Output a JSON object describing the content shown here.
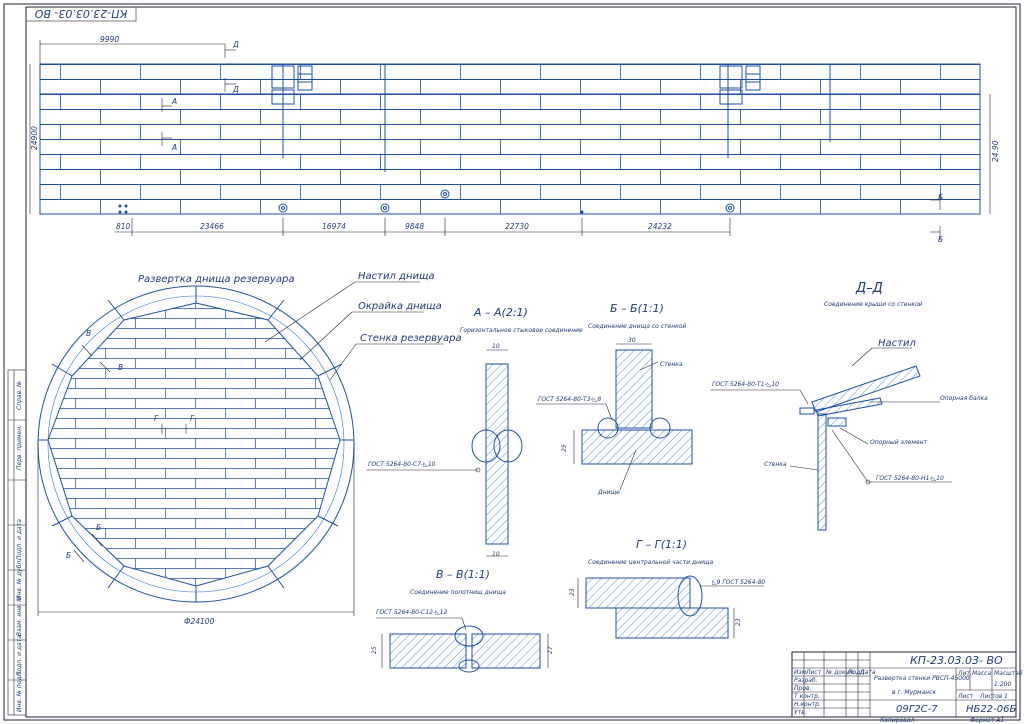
{
  "sheet": {
    "stamp_rotated": "КП-23.03.03- ВО",
    "title_block": {
      "code": "КП-23.03.03- ВО",
      "title": "Развертка стенки РВСП-45000",
      "location": "в г. Мурманск",
      "material": "09Г2С-7",
      "group": "НБ22-06Б",
      "scale": "1:200",
      "labels": [
        "Изм.",
        "Лист",
        "№ докум.",
        "Подп.",
        "Дата",
        "Разраб.",
        "Пров.",
        "Т.контр.",
        "Н.контр.",
        "Утв."
      ],
      "right_labels": [
        "Лит.",
        "Масса",
        "Масштаб",
        "Лист",
        "Листов"
      ],
      "sheets": "1",
      "copied": "Копировал",
      "format": "Формат А1"
    },
    "side_labels": [
      "Подп. и дата",
      "Инв. № дубл.",
      "Взам. инв. №",
      "Подп. и дата",
      "Инв. № подл.",
      "Перв. примен.",
      "Справ. №"
    ]
  },
  "wall": {
    "dims_top": "9990",
    "height_left": "24900",
    "height_right": "24.90",
    "bottom_dims": [
      "810",
      "23466",
      "16974",
      "9848",
      "22730",
      "24232"
    ],
    "markers": [
      "Д",
      "Д",
      "А",
      "А",
      "Б",
      "Б"
    ]
  },
  "bottom_plan": {
    "title": "Развертка днища резервуара",
    "diameter": "Ф24100",
    "callouts": [
      "Настил днища",
      "Окрайка днища",
      "Стенка резервуара"
    ],
    "markers": [
      "В",
      "В",
      "Г",
      "Г",
      "Б",
      "Б"
    ]
  },
  "details": {
    "aa": {
      "title": "А – А(2:1)",
      "subtitle": "Горизонтальное стыковое соединение",
      "top": "10",
      "bottom": "10",
      "weld": "ГОСТ 5264-80-С7-◺10"
    },
    "bb": {
      "title": "Б – Б(1:1)",
      "subtitle": "Соединение днища со стенкой",
      "dim_top": "30",
      "dim_side": "25",
      "wall": "Стенка",
      "bottom": "Днище",
      "weld": "ГОСТ 5264-80-Т3-◺8"
    },
    "vv": {
      "title": "В – В(1:1)",
      "subtitle": "Соединение полотнищ днища",
      "weld": "ГОСТ 5264-80-С12-◺12",
      "left": "25",
      "right": "27"
    },
    "gg": {
      "title": "Г – Г(1:1)",
      "subtitle": "Соединение центральной части днища",
      "weld": "◺9 ГОСТ 5264-80",
      "left": "23",
      "right": "23"
    },
    "dd": {
      "title": "Д–Д",
      "subtitle": "Соединение крыши со стенкой",
      "deck": "Настил",
      "beam": "Опорная балка",
      "support": "Опорный элемент",
      "wall": "Стенка",
      "weld1": "ГОСТ 5264-80-Т1-◺10",
      "weld2": "ГОСТ 5264-80-Н1-◺10"
    }
  }
}
